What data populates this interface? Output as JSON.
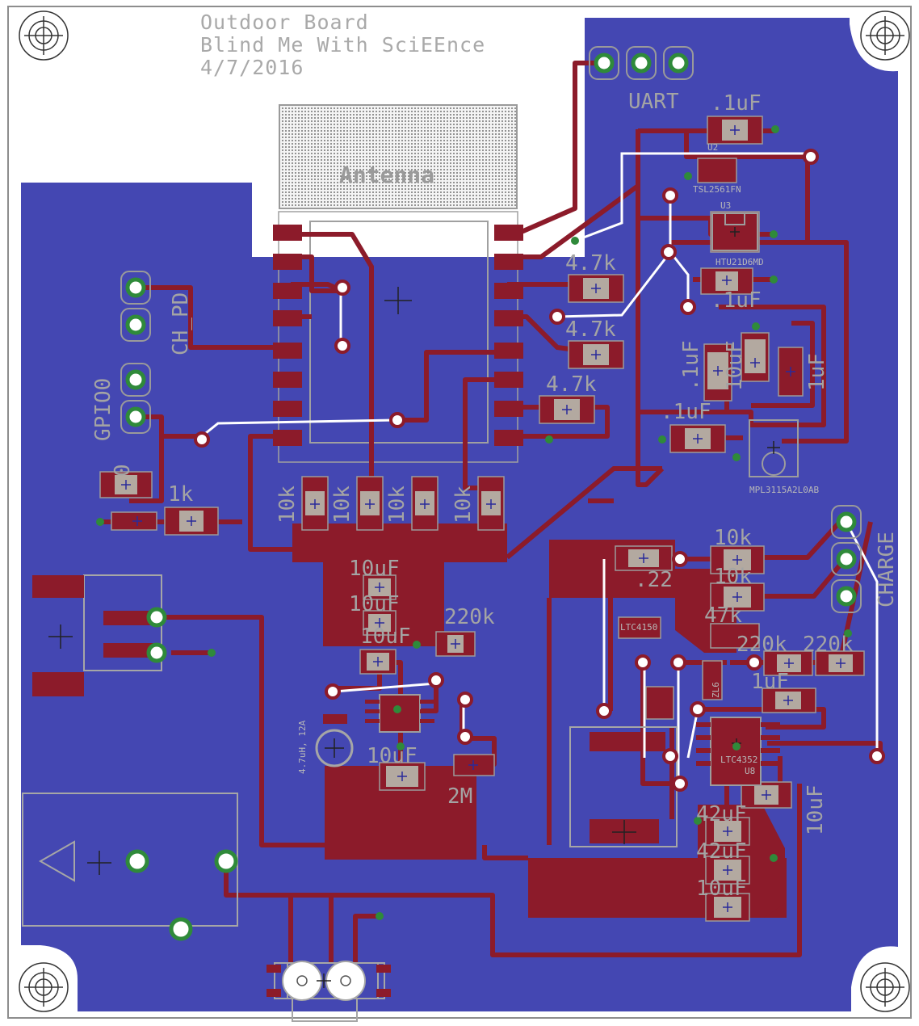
{
  "board": {
    "title": "Outdoor Board",
    "subtitle": "Blind Me With SciEEnce",
    "date": "4/7/2016"
  },
  "colors": {
    "copper_pour": "#4447b2",
    "trace": "#8c1b2a",
    "pad": "#8c1b2a",
    "via_ring": "#2f8a3a",
    "silkscreen": "#a6a6a6",
    "background": "#ffffff"
  },
  "labels": {
    "antenna": "Antenna",
    "uart": "UART",
    "ch_pd": "CH_PD",
    "gpio0": "GPIO0",
    "charge": "CHARGE",
    "cap_top": ".1uF",
    "u2": "U2",
    "u2_part": "TSL2561FN",
    "u3": "U3",
    "u3_part": "HTU21D6MD",
    "r_4k7_a": "4.7k",
    "r_4k7_b": "4.7k",
    "r_4k7_c": "4.7k",
    "cap_mid": ".1uF",
    "cap_v1": ".1uF",
    "cap_v2": "10uF",
    "cap_v3": "1uF",
    "cap_u4": ".1uF",
    "u4_part": "MPL3115A2L0AB",
    "r_zero": "0",
    "r_1k": "1k",
    "r_10k_1": "10k",
    "r_10k_2": "10k",
    "r_10k_3": "10k",
    "r_10k_4": "10k",
    "c_10uf_1": "10uF",
    "c_10uf_2": "10uF",
    "c_10uf_3": "10uF",
    "r_220k": "220k",
    "c_10uf_4": "10uF",
    "r_2m": "2M",
    "ind": "4.7uH, 12A",
    "r_10k_5": "10k",
    "r_10k_6": "10k",
    "r_22": ".22",
    "r_47k": "47k",
    "r_220k_b": "220k",
    "r_220k_c": "220k",
    "c_1uf": "1uF",
    "c_10uf_5": "10uF",
    "c_42uf_1": "42uF",
    "c_42uf_2": "42uF",
    "c_10uf_6": "10uF",
    "ic_ltc": "LTC4352",
    "ic_small": "LTC4150",
    "ic_u8": "U8",
    "ic_zl": "ZL6"
  }
}
